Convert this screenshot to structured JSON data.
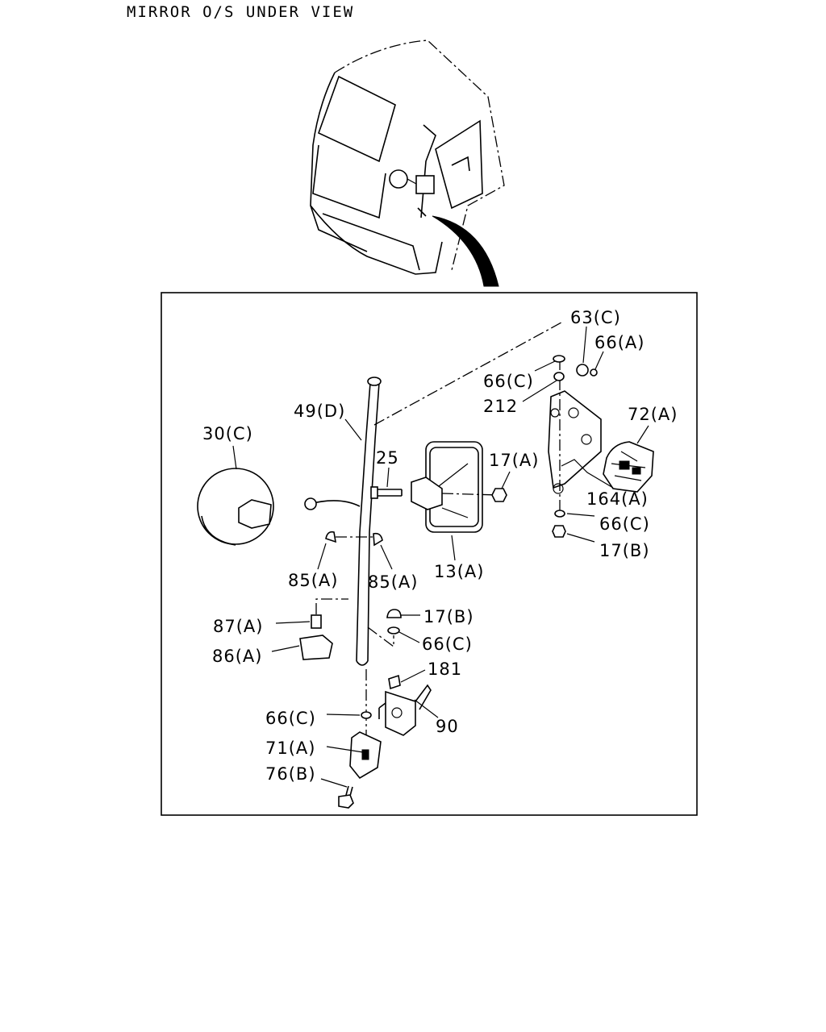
{
  "title": "MIRROR O/S UNDER VIEW",
  "labels": {
    "p63c": "63(C)",
    "p66a": "66(A)",
    "p66c_top": "66(C)",
    "p212": "212",
    "p72a": "72(A)",
    "p164a": "164(A)",
    "p66c_right": "66(C)",
    "p17b_right": "17(B)",
    "p49d": "49(D)",
    "p30c": "30(C)",
    "p25": "25",
    "p17a": "17(A)",
    "p13a": "13(A)",
    "p85a_left": "85(A)",
    "p85a_right": "85(A)",
    "p87a": "87(A)",
    "p17b_mid": "17(B)",
    "p86a": "86(A)",
    "p66c_mid": "66(C)",
    "p181": "181",
    "p90": "90",
    "p66c_low": "66(C)",
    "p71a": "71(A)",
    "p76b": "76(B)"
  }
}
